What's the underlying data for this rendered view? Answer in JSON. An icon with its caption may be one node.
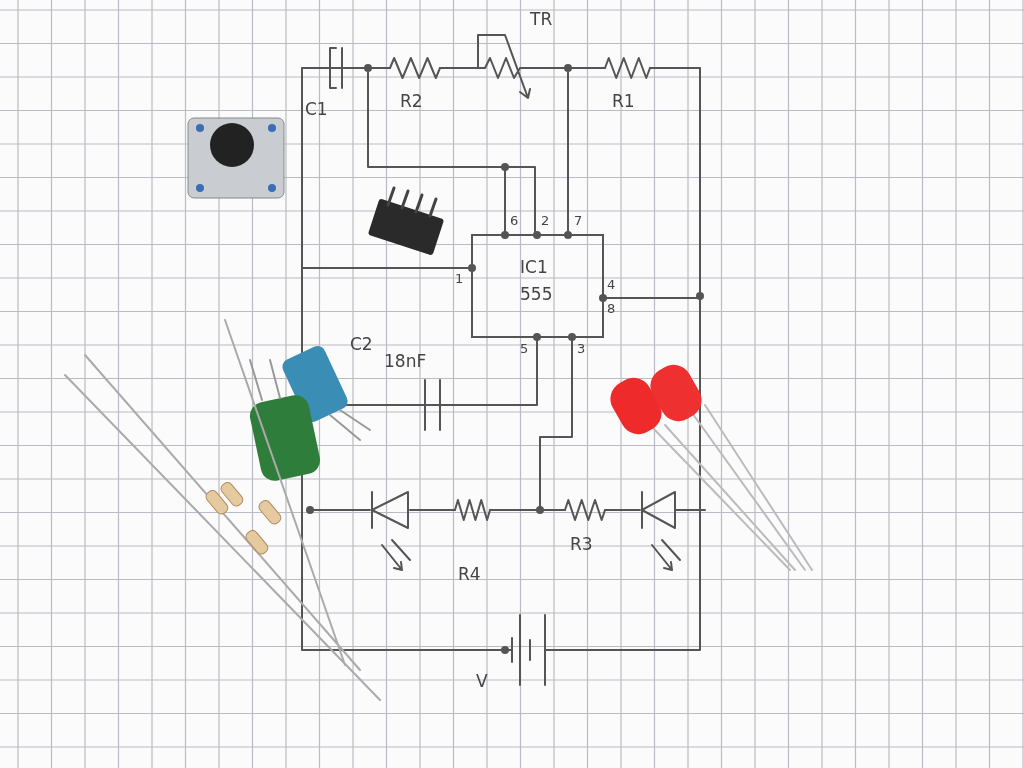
{
  "diagram": {
    "labels": [
      "TR",
      "C1",
      "R2",
      "R1",
      "6",
      "2",
      "7",
      "1",
      "IC1",
      "555",
      "4",
      "8",
      "C2",
      "18nF",
      "5",
      "3",
      "R4",
      "R3",
      "V"
    ]
  }
}
